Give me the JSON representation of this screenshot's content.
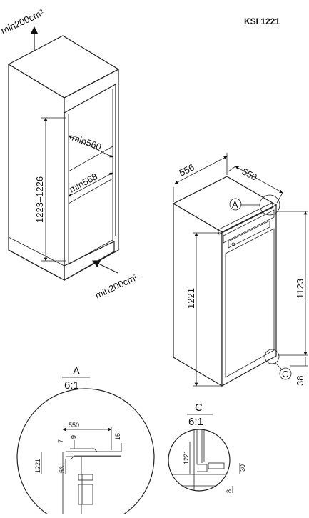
{
  "model": "KSI 1221",
  "niche": {
    "vent_top": "min200cm²",
    "vent_bottom": "min200cm²",
    "height": "1223–1226",
    "width": "min560",
    "depth": "min568"
  },
  "appliance": {
    "width": "556",
    "depth": "550",
    "body_height": "1221",
    "door_height": "1123",
    "bottom_gap": "38",
    "callout_a": "A",
    "callout_c": "C"
  },
  "detail_a": {
    "title": "A",
    "scale": "6:1",
    "dims": [
      "550",
      "15",
      "9",
      "7",
      "53",
      "1221"
    ]
  },
  "detail_c": {
    "title": "C",
    "scale": "6:1",
    "dims": [
      "1221",
      "30",
      "8"
    ]
  }
}
